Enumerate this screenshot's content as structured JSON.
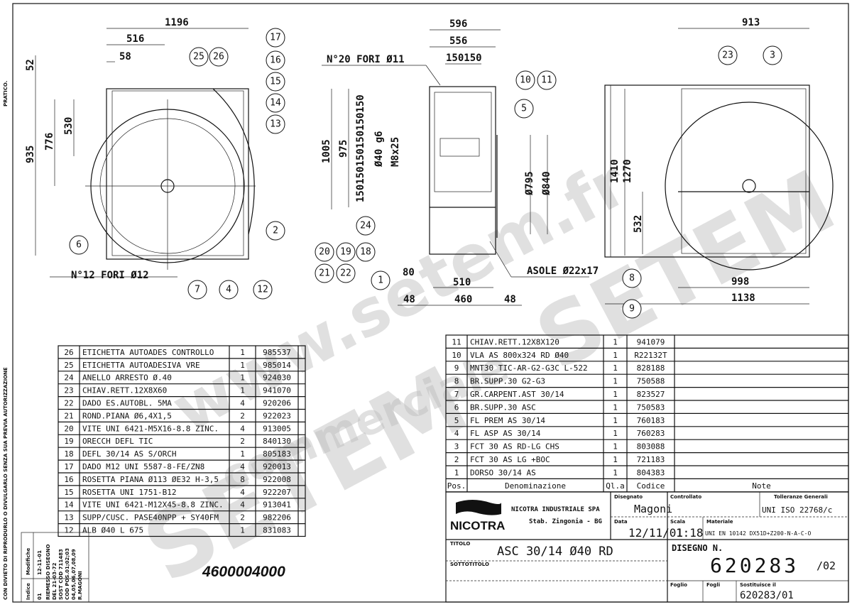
{
  "margin": {
    "pratico": "PRATICO.",
    "notice": "CON DIVIETO DI RIPRODURLO O DIVULGARLO SENZA SUA PREVIA AUTORIZZAZIONE"
  },
  "revision": {
    "index_label": "Indice",
    "changes_label": "Modifiche",
    "index": "01",
    "date": "12-11-01",
    "lines": [
      "RIEMESSO DISEGNO",
      "DEL 21-03-72",
      "SOST COD 711483",
      "COD POS.01;02;03",
      "04,05,06,07,08,09",
      "R.MAGONI"
    ]
  },
  "views": {
    "left": {
      "dims": {
        "w1196": "1196",
        "w516": "516",
        "w58": "58",
        "h52": "52",
        "h935": "935",
        "h776": "776",
        "h530": "530"
      },
      "note": "N°12 FORI Ø12",
      "balloons": [
        "25",
        "26",
        "17",
        "16",
        "15",
        "14",
        "13",
        "2",
        "12",
        "4",
        "7",
        "6"
      ]
    },
    "middle": {
      "dims": {
        "w596": "596",
        "w556": "556",
        "w150": "150150",
        "h1005": "1005",
        "h975": "975",
        "hstack": "150150150150150150",
        "shaft": "Ø40 g6",
        "screw": "M8x25",
        "d795": "Ø795",
        "d840": "Ø840",
        "w80": "80",
        "w510": "510",
        "w48a": "48",
        "w460": "460",
        "w48b": "48"
      },
      "note": "N°20 FORI Ø11",
      "slots": "ASOLE Ø22x17",
      "balloons": [
        "10",
        "11",
        "5",
        "24",
        "18",
        "19",
        "20",
        "21",
        "22",
        "1"
      ]
    },
    "right": {
      "dims": {
        "w913": "913",
        "h1410": "1410",
        "h1270": "1270",
        "h532": "532",
        "w998": "998",
        "w1138": "1138"
      },
      "balloons": [
        "23",
        "3",
        "8",
        "9"
      ]
    }
  },
  "parts_left": [
    [
      "26",
      "ETICHETTA AUTOADES CONTROLLO",
      "1",
      "985537"
    ],
    [
      "25",
      "ETICHETTA AUTOADESIVA VRE",
      "1",
      "985014"
    ],
    [
      "24",
      "ANELLO ARRESTO Ø.40",
      "1",
      "924030"
    ],
    [
      "23",
      "CHIAV.RETT.12X8X60",
      "1",
      "941070"
    ],
    [
      "22",
      "DADO ES.AUTOBL. 5MA",
      "4",
      "920206"
    ],
    [
      "21",
      "ROND.PIANA Ø6,4X1,5",
      "2",
      "922023"
    ],
    [
      "20",
      "VITE UNI 6421-M5X16-8.8 ZINC.",
      "4",
      "913005"
    ],
    [
      "19",
      "ORECCH DEFL TIC",
      "2",
      "840130"
    ],
    [
      "18",
      "DEFL 30/14 AS S/ORCH",
      "1",
      "805183"
    ],
    [
      "17",
      "DADO M12 UNI 5587-8-FE/ZN8",
      "4",
      "920013"
    ],
    [
      "16",
      "ROSETTA PIANA Ø113 ØE32 H-3,5",
      "8",
      "922008"
    ],
    [
      "15",
      "ROSETTA UNI 1751-B12",
      "4",
      "922207"
    ],
    [
      "14",
      "VITE UNI 6421-M12X45-8.8 ZINC.",
      "4",
      "913041"
    ],
    [
      "13",
      "SUPP/CUSC. PASE40NPP + SY40FM",
      "2",
      "982206"
    ],
    [
      "12",
      "ALB Ø40 L 675",
      "1",
      "831083"
    ]
  ],
  "parts_right": [
    [
      "11",
      "CHIAV.RETT.12X8X120",
      "1",
      "941079"
    ],
    [
      "10",
      "VLA AS 800x324 RD Ø40",
      "1",
      "R22132T"
    ],
    [
      "9",
      "MNT30 TIC-AR-G2-G3C L-522",
      "1",
      "828188"
    ],
    [
      "8",
      "BR.SUPP.30 G2-G3",
      "1",
      "750588"
    ],
    [
      "7",
      "GR.CARPENT.AST 30/14",
      "1",
      "823527"
    ],
    [
      "6",
      "BR.SUPP.30 ASC",
      "1",
      "750583"
    ],
    [
      "5",
      "FL PREM AS 30/14",
      "1",
      "760183"
    ],
    [
      "4",
      "FL ASP AS 30/14",
      "1",
      "760283"
    ],
    [
      "3",
      "FCT 30 AS RD-LG CHS",
      "1",
      "803088"
    ],
    [
      "2",
      "FCT 30 AS LG +BOC",
      "1",
      "721183"
    ],
    [
      "1",
      "DORSO 30/14 AS",
      "1",
      "804383"
    ]
  ],
  "parts_header": [
    "Pos.",
    "Denominazione",
    "Ql.a",
    "Codice",
    "Note"
  ],
  "order_number": "4600004000",
  "title_block": {
    "company": "NICOTRA INDUSTRIALE SPA",
    "plant": "Stab. Zingonia - BG",
    "logo": "NICOTRA",
    "drawn_label": "Disegnato",
    "drawn": "Magoni",
    "checked_label": "Controllato",
    "tolerance_label": "Tolleranze Generali",
    "tolerance": "UNI ISO 22768/c",
    "date_label": "Data",
    "date": "12/11/01",
    "scale_label": "Scala",
    "scale": "1:18",
    "material_label": "Materiale",
    "material": "UNI EN 10142 DX51D+Z200-N-A-C-O",
    "title_label": "TITOLO",
    "title": "ASC 30/14 Ø40 RD",
    "subtitle_label": "SOTTOTITOLO",
    "drawing_no_label": "DISEGNO N.",
    "drawing_no": "620283",
    "revision": "/02",
    "sheet_label": "Foglio",
    "sheets_label": "Fogli",
    "replaces_label": "Sostituisce il",
    "replaces": "620283/01"
  },
  "watermark": {
    "url": "www.setem.fr",
    "brand": "SETEM",
    "text2": "commerciale"
  }
}
